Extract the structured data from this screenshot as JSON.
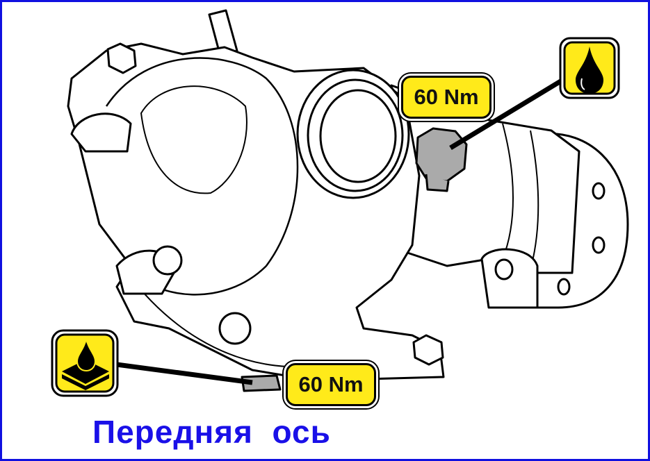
{
  "title": "Передняя  ось",
  "labels": {
    "torque_top": "60 Nm",
    "torque_bottom": "60 Nm"
  },
  "icons": {
    "top": "oil-drop-icon",
    "bottom": "sealant-drop-icon"
  },
  "colors": {
    "label_fill": "#ffea1a",
    "title": "#1a10e8",
    "border": "#1010e0"
  }
}
